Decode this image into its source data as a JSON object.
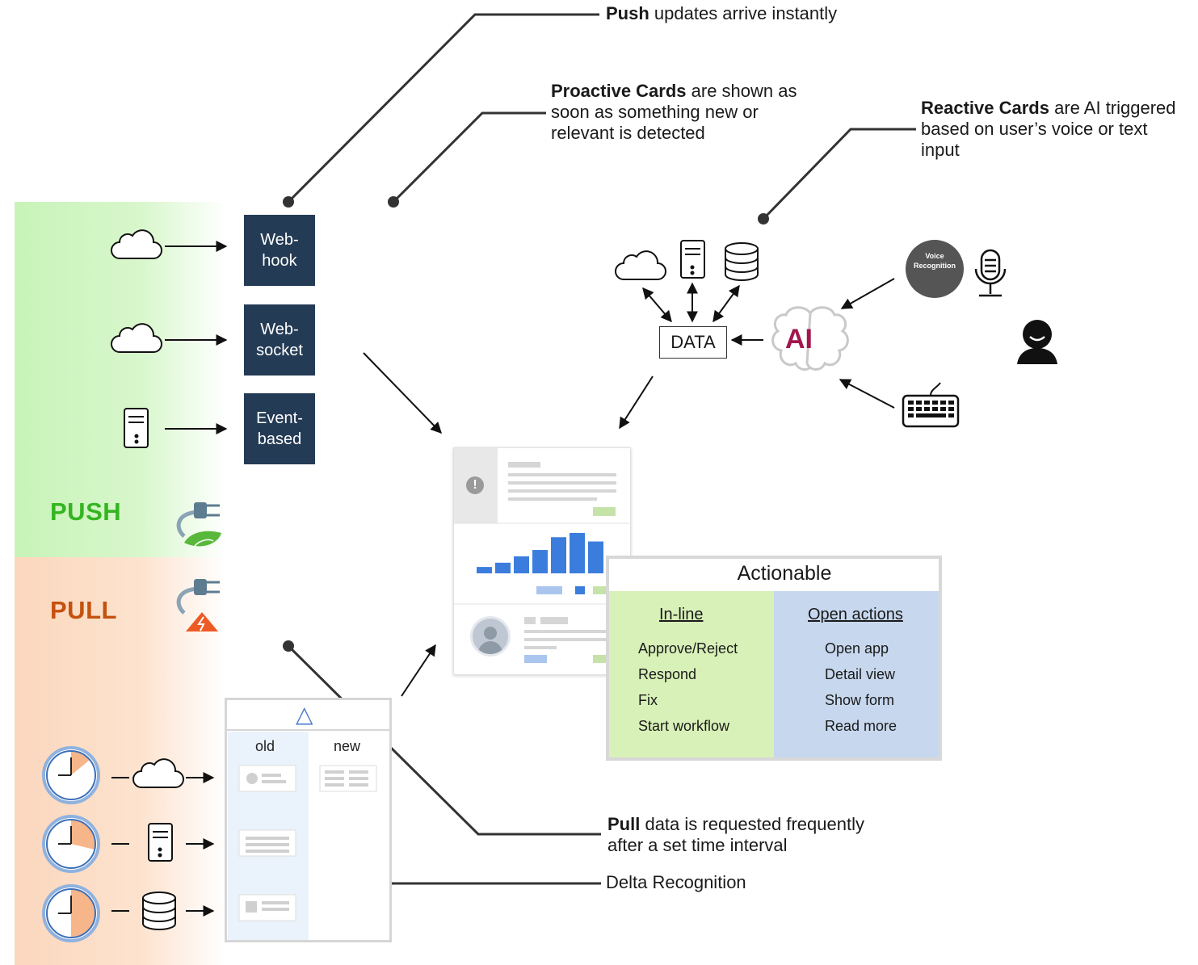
{
  "push_panel": {
    "label": "PUSH",
    "label_color": "#34b521",
    "bg_color": "#d4f5c6"
  },
  "pull_panel": {
    "label": "PULL",
    "label_color": "#c4520e",
    "bg_color": "#fde0c9"
  },
  "push_sources": [
    {
      "icon": "cloud-icon",
      "label": "Web-\nhook"
    },
    {
      "icon": "cloud-icon",
      "label": "Web-\nsocket"
    },
    {
      "icon": "server-icon",
      "label": "Event-\nbased"
    }
  ],
  "annotations": {
    "push": {
      "bold": "Push",
      "rest": " updates arrive instantly"
    },
    "proactive": {
      "bold": "Proactive Cards",
      "rest": " are shown as\nsoon as something new or\nrelevant is detected"
    },
    "reactive": {
      "bold": "Reactive Cards",
      "rest": " are AI triggered\nbased on user’s voice or text\ninput"
    },
    "pull": {
      "bold": "Pull",
      "rest": " data is requested frequently\nafter a set time interval"
    },
    "delta": {
      "text": "Delta Recognition"
    }
  },
  "data_hub": {
    "label": "DATA",
    "sources": [
      "cloud-icon",
      "server-icon",
      "database-icon"
    ]
  },
  "ai": {
    "label": "AI",
    "color": "#a3154f",
    "voice_badge": "Voice\nRecognition"
  },
  "actionable": {
    "title": "Actionable",
    "inline": {
      "heading": "In-line",
      "items": [
        "Approve/Reject",
        "Respond",
        "Fix",
        "Start workflow"
      ],
      "color": "#d8f1b8"
    },
    "open": {
      "heading": "Open actions",
      "items": [
        "Open app",
        "Detail view",
        "Show form",
        "Read more"
      ],
      "color": "#c7d8ee"
    }
  },
  "delta_card": {
    "old": "old",
    "new": "new"
  },
  "pull_sources": [
    "cloud-icon",
    "server-icon",
    "database-icon"
  ],
  "card_chart": {
    "values": [
      3,
      5,
      8,
      11,
      17,
      19,
      15
    ],
    "color": "#3b7ddd"
  }
}
